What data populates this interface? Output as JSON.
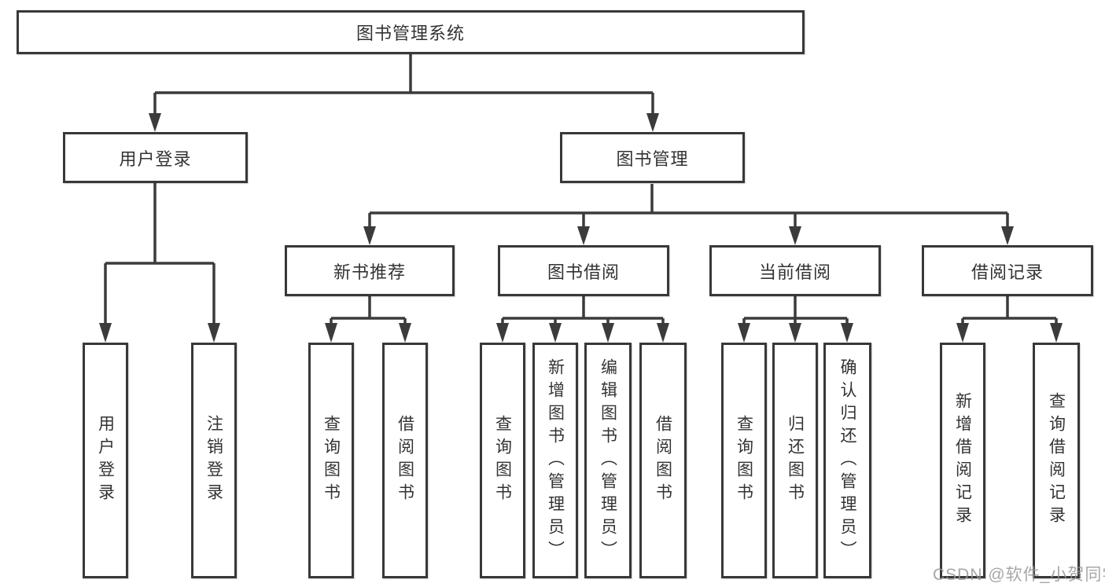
{
  "diagram": {
    "title": "图书管理系统",
    "watermark": "CSDN @软件_小贺同学",
    "colors": {
      "line": "#3b3b3b",
      "box_border": "#383838",
      "text": "#333333",
      "watermark": "#969696",
      "background": "#ffffff"
    },
    "tree": {
      "root": {
        "label": "图书管理系统"
      },
      "branches": [
        {
          "label": "用户登录",
          "children": [
            {
              "label": "用户登录"
            },
            {
              "label": "注销登录"
            }
          ]
        },
        {
          "label": "图书管理",
          "children": [
            {
              "label": "新书推荐",
              "children": [
                {
                  "label": "查询图书"
                },
                {
                  "label": "借阅图书"
                }
              ]
            },
            {
              "label": "图书借阅",
              "children": [
                {
                  "label": "查询图书"
                },
                {
                  "label": "新增图书（管理员）"
                },
                {
                  "label": "编辑图书（管理员）"
                },
                {
                  "label": "借阅图书"
                }
              ]
            },
            {
              "label": "当前借阅",
              "children": [
                {
                  "label": "查询图书"
                },
                {
                  "label": "归还图书"
                },
                {
                  "label": "确认归还（管理员）"
                }
              ]
            },
            {
              "label": "借阅记录",
              "children": [
                {
                  "label": "新增借阅记录"
                },
                {
                  "label": "查询借阅记录"
                }
              ]
            }
          ]
        }
      ]
    }
  }
}
